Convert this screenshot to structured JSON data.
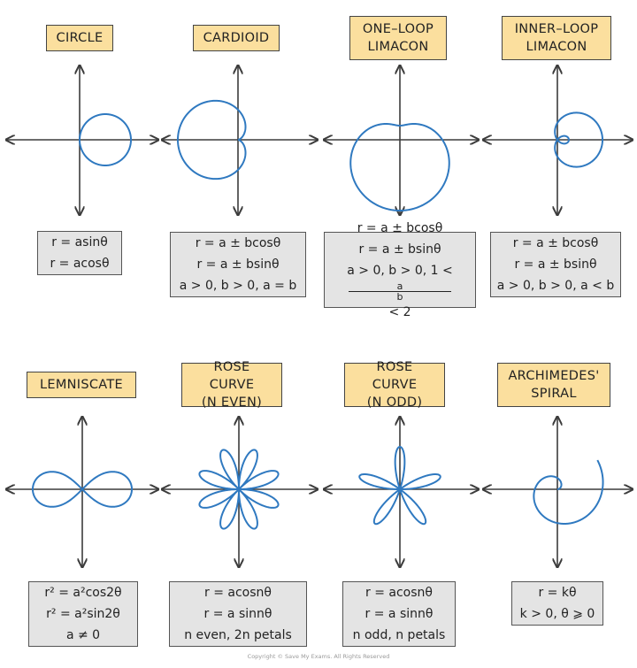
{
  "panels": [
    {
      "key": "circle",
      "title_lines": [
        "CIRCLE"
      ],
      "formulas": [
        "r = asinθ",
        "r = acosθ"
      ]
    },
    {
      "key": "cardioid",
      "title_lines": [
        "CARDIOID"
      ],
      "formulas": [
        "r = a ± bcosθ",
        "r = a ± bsinθ",
        "a > 0, b > 0, a = b"
      ]
    },
    {
      "key": "one-loop-limacon",
      "title_lines": [
        "ONE–LOOP",
        "LIMACON"
      ],
      "formulas": [
        "r = a ± bcosθ",
        "r = a ± bsinθ"
      ],
      "fraction_line": {
        "prefix": "a > 0, b > 0, 1 <",
        "num": "a",
        "den": "b",
        "suffix": "< 2"
      }
    },
    {
      "key": "inner-loop-limacon",
      "title_lines": [
        "INNER–LOOP",
        "LIMACON"
      ],
      "formulas": [
        "r = a ± bcosθ",
        "r = a ± bsinθ",
        "a > 0, b > 0, a < b"
      ]
    },
    {
      "key": "lemniscate",
      "title_lines": [
        "LEMNISCATE"
      ],
      "formulas": [
        "r² = a²cos2θ",
        "r² = a²sin2θ",
        "a ≠ 0"
      ]
    },
    {
      "key": "rose-even",
      "title_lines": [
        "ROSE CURVE",
        "(N EVEN)"
      ],
      "formulas": [
        "r = acosnθ",
        "r = a sinnθ",
        "n even, 2n petals"
      ]
    },
    {
      "key": "rose-odd",
      "title_lines": [
        "ROSE CURVE",
        "(N ODD)"
      ],
      "formulas": [
        "r = acosnθ",
        "r = a sinnθ",
        "n odd, n petals"
      ]
    },
    {
      "key": "archimedes-spiral",
      "title_lines": [
        "ARCHIMEDES'",
        "SPIRAL"
      ],
      "formulas": [
        "r = kθ",
        "k > 0, θ ⩾ 0"
      ]
    }
  ],
  "copyright": "Copyright © Save My Exams. All Rights Reserved",
  "colors": {
    "curve": "#2f79c0",
    "axis": "#3c3c3c",
    "title_bg": "#fbdf9e",
    "formula_bg": "#e4e4e4"
  }
}
